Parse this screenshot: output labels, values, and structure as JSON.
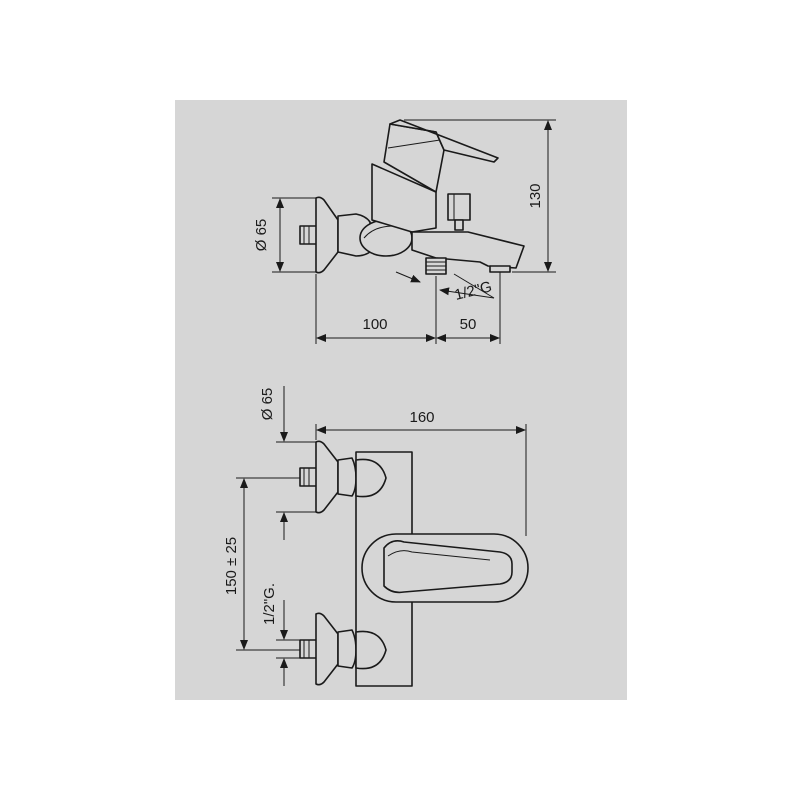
{
  "title": "",
  "colors": {
    "sheet": "#d6d6d6",
    "ink": "#1a1a1a",
    "page": "#ffffff"
  },
  "side_view": {
    "dim_diameter": "Ø 65",
    "dim_height": "130",
    "dim_wall_to_body": "100",
    "dim_body_to_spout": "50",
    "dim_thread": "1/2\"G"
  },
  "front_view": {
    "dim_diameter": "Ø 65",
    "dim_width": "160",
    "dim_spacing": "150 ± 25",
    "dim_thread": "1/2\"G."
  }
}
